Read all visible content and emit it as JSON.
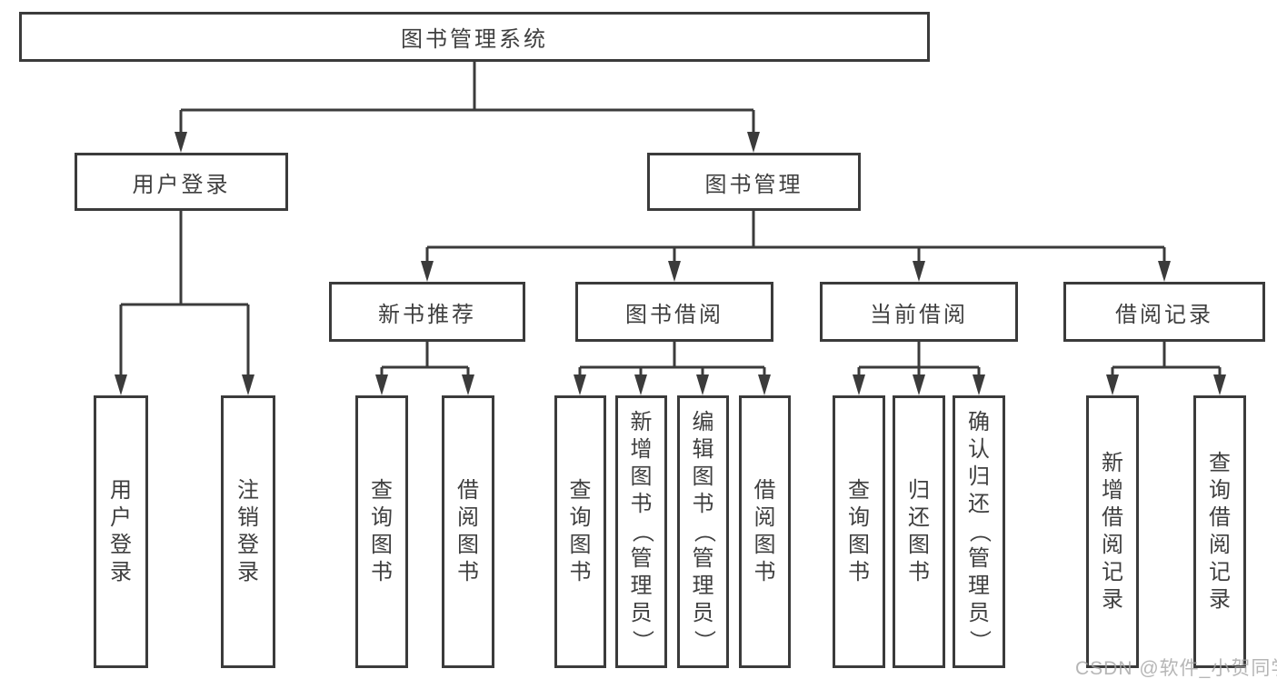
{
  "colors": {
    "line": "#3b3b3b",
    "text": "#3f3f3f",
    "background": "#ffffff",
    "watermark_gray": "#a4a4a4"
  },
  "watermark": "CSDN @软件_小贺同学",
  "tree": {
    "root": {
      "label": "图书管理系统"
    },
    "branches": [
      {
        "label": "用户登录",
        "children": [
          {
            "label": "用户登录"
          },
          {
            "label": "注销登录"
          }
        ]
      },
      {
        "label": "图书管理",
        "children": [
          {
            "label": "新书推荐",
            "children": [
              {
                "label": "查询图书"
              },
              {
                "label": "借阅图书"
              }
            ]
          },
          {
            "label": "图书借阅",
            "children": [
              {
                "label": "查询图书"
              },
              {
                "label": "新增图书（管理员）"
              },
              {
                "label": "编辑图书（管理员）"
              },
              {
                "label": "借阅图书"
              }
            ]
          },
          {
            "label": "当前借阅",
            "children": [
              {
                "label": "查询图书"
              },
              {
                "label": "归还图书"
              },
              {
                "label": "确认归还（管理员）"
              }
            ]
          },
          {
            "label": "借阅记录",
            "children": [
              {
                "label": "新增借阅记录"
              },
              {
                "label": "查询借阅记录"
              }
            ]
          }
        ]
      }
    ]
  }
}
